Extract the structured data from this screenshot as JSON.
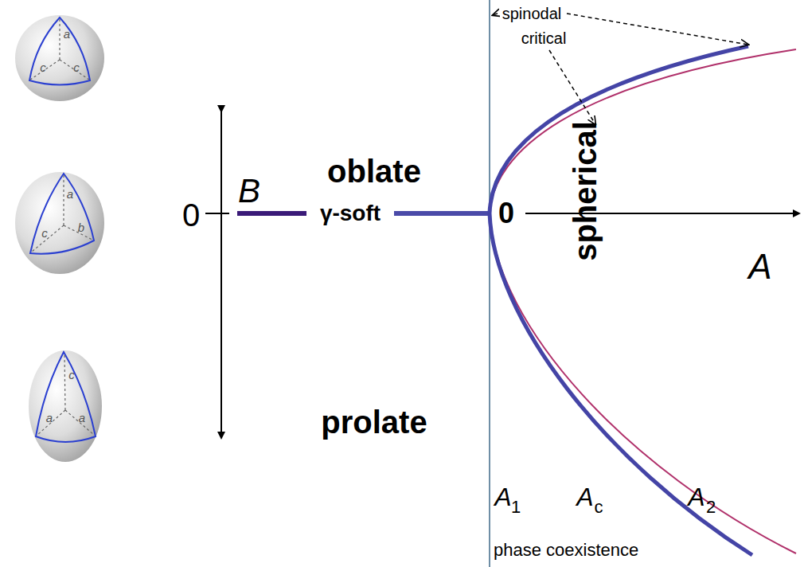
{
  "diagram": {
    "labels": [
      "spinodal",
      "critical",
      "oblate",
      "B",
      "0",
      "γ-soft",
      "0",
      "spherical",
      "A",
      "prolate",
      "A",
      "1",
      "A",
      "c",
      "A",
      "2",
      "phase coexistence",
      "a",
      "c",
      "c",
      "a",
      "c",
      "b",
      "c",
      "a",
      "a"
    ]
  }
}
